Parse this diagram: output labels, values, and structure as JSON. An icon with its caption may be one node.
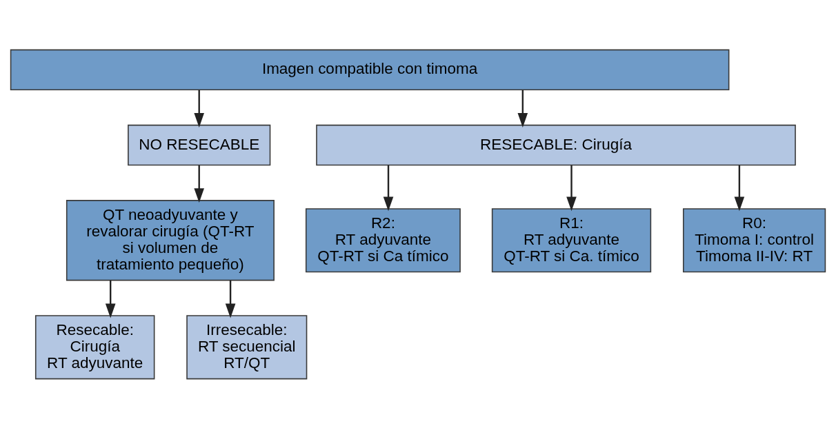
{
  "diagram": {
    "nodes": [
      {
        "text": [
          "Imagen compatible con timoma"
        ]
      },
      {
        "text": [
          "NO RESECABLE"
        ]
      },
      {
        "text": [
          "RESECABLE: Cirugía"
        ]
      },
      {
        "text": [
          "QT neoadyuvante y revalorar cirugía (QT-RT si volumen de tratamiento pequeño)"
        ]
      },
      {
        "text": [
          "R2:",
          "RT adyuvante",
          "QT-RT si Ca tímico"
        ]
      },
      {
        "text": [
          "R1:",
          "RT adyuvante",
          "QT-RT si Ca. tímico"
        ]
      },
      {
        "text": [
          "R0:",
          "Timoma I: control",
          "Timoma II-IV: RT"
        ]
      },
      {
        "text": [
          "Resecable:",
          "Cirugía",
          "RT adyuvante"
        ]
      },
      {
        "text": [
          "Irresecable:",
          "RT secuencial",
          "RT/QT"
        ]
      }
    ],
    "edges": [
      {
        "from": 0,
        "to": 1,
        "arrow": "to"
      },
      {
        "from": 0,
        "to": 2,
        "arrow": "to"
      },
      {
        "from": 1,
        "to": 3,
        "arrow": "to"
      },
      {
        "from": 2,
        "to": 4,
        "arrow": "to"
      },
      {
        "from": 2,
        "to": 5,
        "arrow": "to"
      },
      {
        "from": 2,
        "to": 6,
        "arrow": "to"
      },
      {
        "from": 3,
        "to": 7,
        "arrow": "to"
      },
      {
        "from": 3,
        "to": 8,
        "arrow": "to"
      }
    ]
  }
}
